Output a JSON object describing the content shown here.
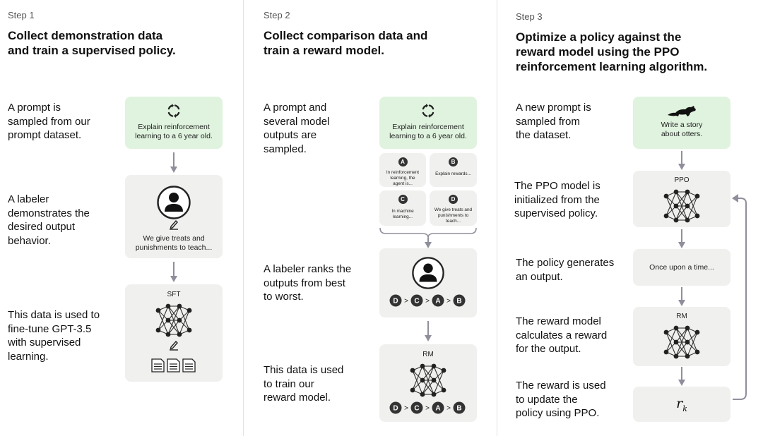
{
  "steps": [
    {
      "label": "Step 1",
      "title": "Collect demonstration data\nand train a supervised policy.",
      "descriptions": [
        "A prompt is\nsampled from our\nprompt dataset.",
        "A labeler\ndemonstrates the\ndesired output\nbehavior.",
        "This data is used to\nfine-tune GPT-3.5\nwith supervised\nlearning."
      ],
      "prompt_text": "Explain reinforcement\nlearning to a 6 year old.",
      "demo_text": "We give treats and\npunishments to teach...",
      "model_label": "SFT"
    },
    {
      "label": "Step 2",
      "title": "Collect comparison data and\ntrain a reward model.",
      "descriptions": [
        "A prompt and\nseveral model\noutputs are\nsampled.",
        "A labeler ranks the\noutputs from best\nto worst.",
        "This data is used\nto train our\nreward model."
      ],
      "prompt_text": "Explain reinforcement\nlearning to a 6 year old.",
      "outputs": [
        {
          "letter": "A",
          "text": "In reinforcement\nlearning, the\nagent is..."
        },
        {
          "letter": "B",
          "text": "Explain rewards..."
        },
        {
          "letter": "C",
          "text": "In machine\nlearning..."
        },
        {
          "letter": "D",
          "text": "We give treats and\npunishments to\nteach..."
        }
      ],
      "ranking": [
        "D",
        "C",
        "A",
        "B"
      ],
      "ranking_sep": ">",
      "model_label": "RM"
    },
    {
      "label": "Step 3",
      "title": "Optimize a policy against the\nreward model using the PPO\nreinforcement learning algorithm.",
      "descriptions": [
        "A new prompt is\nsampled from\nthe dataset.",
        "The PPO model is\ninitialized from the\nsupervised policy.",
        "The policy generates\nan output.",
        "The reward model\ncalculates a reward\nfor the output.",
        "The reward is used\nto update the\npolicy using PPO."
      ],
      "prompt_text": "Write a story\nabout otters.",
      "ppo_label": "PPO",
      "output_text": "Once upon a time...",
      "rm_label": "RM",
      "reward_symbol": "r",
      "reward_sub": "k"
    }
  ],
  "colors": {
    "box": "#f0f0ee",
    "prompt_box": "#dff3de",
    "arrow": "#8f8f9c",
    "node": "#222222"
  }
}
